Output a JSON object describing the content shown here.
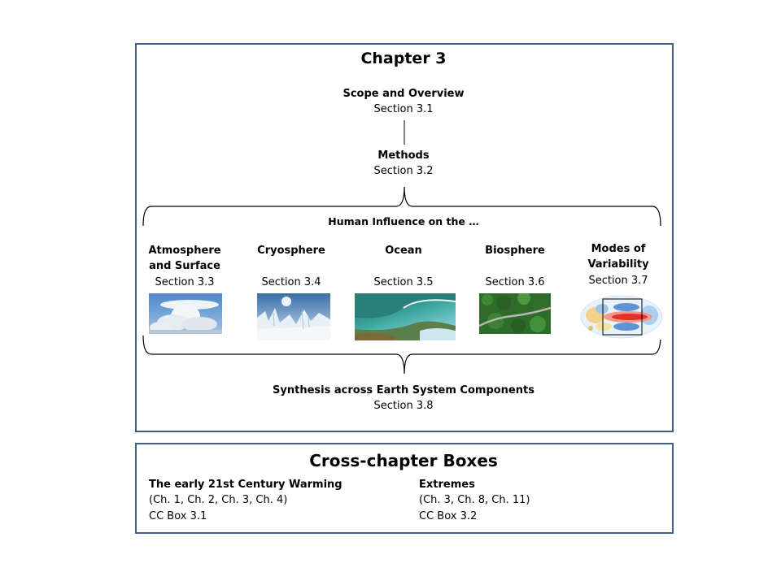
{
  "chapter": {
    "title": "Chapter 3",
    "scope": {
      "label": "Scope and Overview",
      "section": "Section 3.1"
    },
    "methods": {
      "label": "Methods",
      "section": "Section 3.2"
    },
    "human_influence": "Human Influence on the …",
    "components": [
      {
        "label": "Atmosphere\nand Surface",
        "label_line1": "Atmosphere",
        "label_line2": "and Surface",
        "section": "Section 3.3",
        "image": "cumulonimbus-cloud-photo"
      },
      {
        "label": "Cryosphere",
        "section": "Section 3.4",
        "image": "ice-landscape-photo"
      },
      {
        "label": "Ocean",
        "section": "Section 3.5",
        "image": "ocean-wave-photo"
      },
      {
        "label": "Biosphere",
        "section": "Section 3.6",
        "image": "forest-aerial-photo"
      },
      {
        "label": "Modes of\nVariability",
        "label_line1": "Modes of",
        "label_line2": "Variability",
        "section": "Section 3.7",
        "image": "enso-anomaly-map"
      }
    ],
    "synthesis": {
      "label": "Synthesis across Earth System Components",
      "section": "Section 3.8"
    }
  },
  "cross_chapter": {
    "title": "Cross-chapter Boxes",
    "boxes": [
      {
        "title": "The early 21st Century Warming",
        "chapters": "(Ch. 1, Ch. 2, Ch. 3, Ch. 4)",
        "box_id": "CC Box 3.1"
      },
      {
        "title": "Extremes",
        "chapters": "(Ch. 3, Ch. 8, Ch. 11)",
        "box_id": "CC Box 3.2"
      }
    ]
  },
  "colors": {
    "panel_border": "#3e5f8a",
    "connector": "#000000"
  }
}
